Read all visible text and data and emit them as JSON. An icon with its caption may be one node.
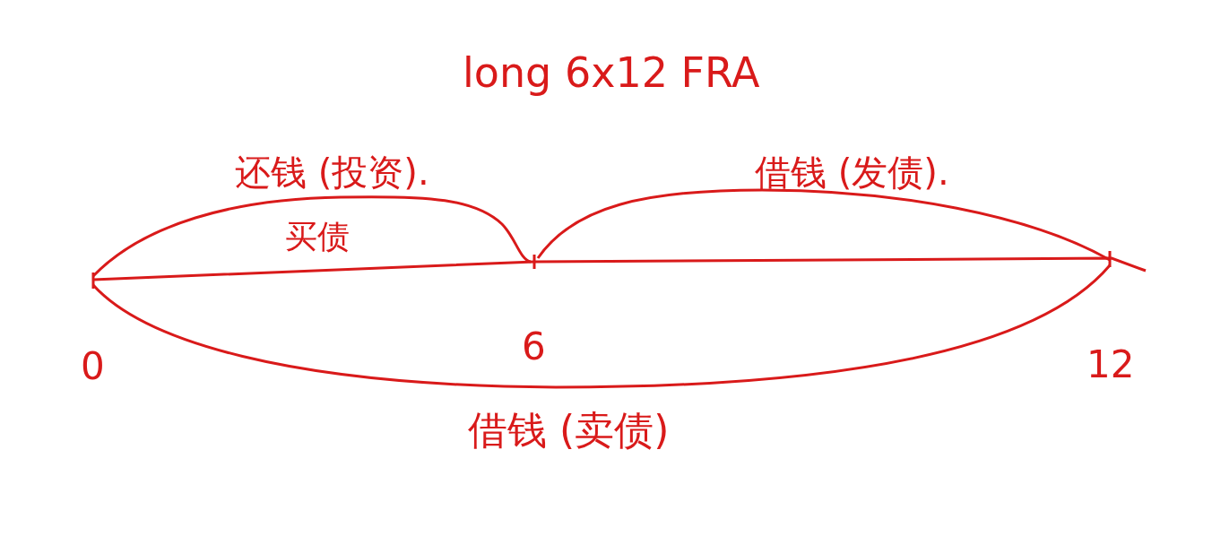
{
  "diagram": {
    "title": "long 6x12 FRA",
    "labels": [
      "还钱 (投资).",
      "买债",
      "借钱 (发债).",
      "0",
      "6",
      "12",
      "借钱 (卖债)"
    ]
  }
}
